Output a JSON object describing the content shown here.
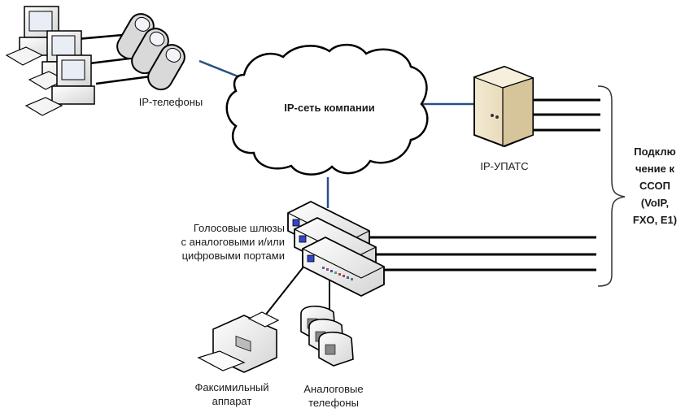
{
  "diagram": {
    "title": "IP-телефония: схема подключения",
    "colors": {
      "network_link": "#2b4f86",
      "trunk_line": "#000000",
      "pbx_body": "#e8dcbe",
      "pbx_side": "#c9b48a",
      "device_fill": "#f2f2f2",
      "device_shade": "#cfcfcf",
      "gateway_port": "#3344cc"
    },
    "nodes": [
      {
        "id": "workstations",
        "icon": "computer-icon",
        "count": 3,
        "label": ""
      },
      {
        "id": "ip-phones",
        "icon": "ip-phone-icon",
        "count": 3,
        "label": "IP-телефоны"
      },
      {
        "id": "cloud",
        "icon": "cloud-icon",
        "label": "IP-сеть компании"
      },
      {
        "id": "ip-pbx",
        "icon": "server-icon",
        "label": "IP-УПАТС"
      },
      {
        "id": "gateways",
        "icon": "gateway-icon",
        "count": 3,
        "label_lines": [
          "Голосовые шлюзы",
          "с аналоговыми и/или",
          "цифровыми портами"
        ]
      },
      {
        "id": "fax",
        "icon": "fax-icon",
        "label_lines": [
          "Факсимильный",
          "аппарат"
        ]
      },
      {
        "id": "analog-phones",
        "icon": "analog-phone-icon",
        "count": 3,
        "label_lines": [
          "Аналоговые",
          "телефоны"
        ]
      }
    ],
    "pstn": {
      "label_lines": [
        "Подклю",
        "чение к",
        "ССОП",
        "(VoIP,",
        "FXO, E1)"
      ],
      "pbx_trunks": 3,
      "gateway_trunks": 3
    },
    "edges": [
      {
        "from": "workstations",
        "to": "ip-phones",
        "type": "trunk_line",
        "count": 3
      },
      {
        "from": "ip-phones",
        "to": "cloud",
        "type": "network_link"
      },
      {
        "from": "cloud",
        "to": "ip-pbx",
        "type": "network_link"
      },
      {
        "from": "cloud",
        "to": "gateways",
        "type": "network_link"
      },
      {
        "from": "gateways",
        "to": "fax",
        "type": "trunk_line"
      },
      {
        "from": "gateways",
        "to": "analog-phones",
        "type": "trunk_line"
      }
    ]
  }
}
